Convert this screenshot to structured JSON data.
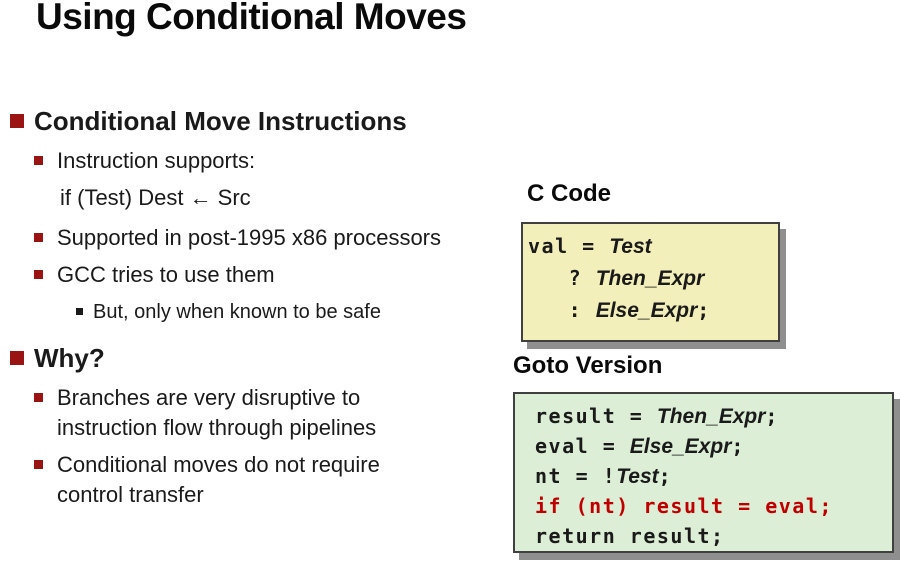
{
  "title": "Using Conditional Moves",
  "bullets": [
    {
      "level": "1",
      "lines": [
        "Conditional Move Instructions"
      ]
    },
    {
      "level": "2",
      "lines": [
        "Instruction supports:"
      ]
    },
    {
      "level": "plain",
      "lines": [
        "if (Test) Dest ← Src"
      ]
    },
    {
      "level": "2",
      "lines": [
        "Supported in post-1995 x86 processors"
      ]
    },
    {
      "level": "2",
      "lines": [
        "GCC tries to use them"
      ]
    },
    {
      "level": "3",
      "lines": [
        "But, only when known to be safe"
      ]
    },
    {
      "level": "1",
      "lines": [
        "Why?"
      ]
    },
    {
      "level": "2",
      "lines": [
        "Branches are very disruptive to",
        "instruction flow through pipelines"
      ]
    },
    {
      "level": "2",
      "lines": [
        "Conditional moves do not require",
        "control transfer"
      ]
    }
  ],
  "c_code": {
    "heading": "C Code",
    "lines": [
      [
        {
          "t": "val = ",
          "s": "mono"
        },
        {
          "t": "Test",
          "s": "var"
        }
      ],
      [
        {
          "t": "   ? ",
          "s": "mono"
        },
        {
          "t": "Then_Expr",
          "s": "var"
        }
      ],
      [
        {
          "t": "   : ",
          "s": "mono"
        },
        {
          "t": "Else_Expr",
          "s": "var"
        },
        {
          "t": ";",
          "s": "mono"
        }
      ]
    ]
  },
  "goto_version": {
    "heading": "Goto Version",
    "lines": [
      [
        {
          "t": "result = ",
          "s": "mono"
        },
        {
          "t": "Then_Expr",
          "s": "var"
        },
        {
          "t": ";",
          "s": "mono"
        }
      ],
      [
        {
          "t": "eval = ",
          "s": "mono"
        },
        {
          "t": "Else_Expr",
          "s": "var"
        },
        {
          "t": ";",
          "s": "mono"
        }
      ],
      [
        {
          "t": "nt = !",
          "s": "mono"
        },
        {
          "t": "Test",
          "s": "var"
        },
        {
          "t": ";",
          "s": "mono"
        }
      ],
      [
        {
          "t": "if (nt) result = eval;",
          "s": "mono-red"
        }
      ],
      [
        {
          "t": "return result;",
          "s": "mono"
        }
      ]
    ]
  },
  "colors": {
    "bullet_red": "#9B1414",
    "sub_bullet_dark": "#1A1A1A",
    "code_red": "#C00000",
    "c_code_bg": "#F2EFBA",
    "goto_bg": "#DCEED5",
    "box_border": "#404040",
    "box_shadow": "#8F8F8F",
    "text": "#1A1A1A"
  }
}
